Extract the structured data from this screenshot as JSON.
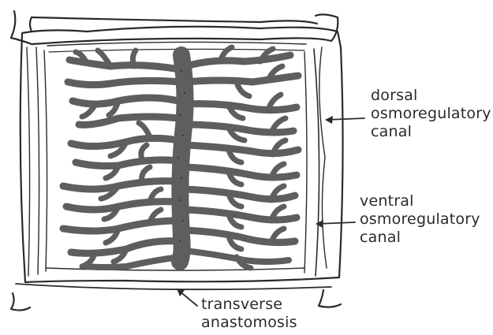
{
  "labels": {
    "dorsal": [
      "dorsal",
      "osmoregulatory",
      "canal"
    ],
    "ventral": [
      "ventral",
      "osmoregulatory",
      "canal"
    ],
    "transverse": [
      "transverse",
      "anastomosis"
    ]
  },
  "colors": {
    "ink": "#2a2a2a",
    "organ_fill": "#6f6f6f",
    "background": "#ffffff"
  }
}
